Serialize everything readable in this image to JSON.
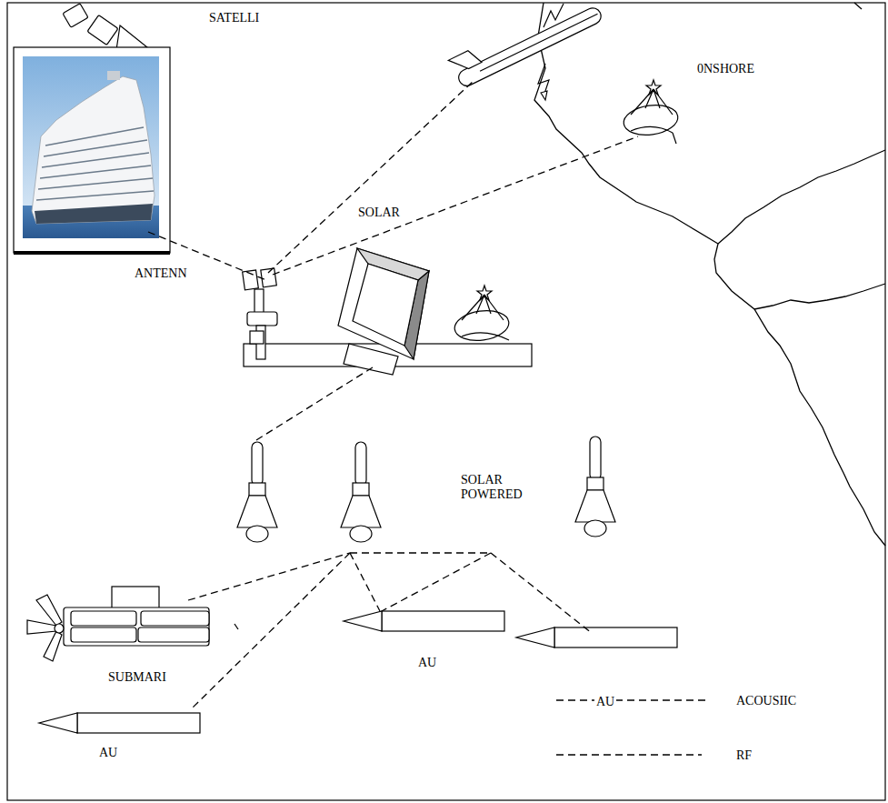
{
  "diagram": {
    "labels": [
      "SATELLI",
      "0NSHORE",
      "SOLAR",
      "ANTENN",
      "SOLAR POWERED",
      "AU",
      "SUBMARI",
      "AU",
      "AU"
    ],
    "legend": [
      {
        "text": "ACOUSIIC"
      },
      {
        "text": "RF"
      }
    ]
  }
}
